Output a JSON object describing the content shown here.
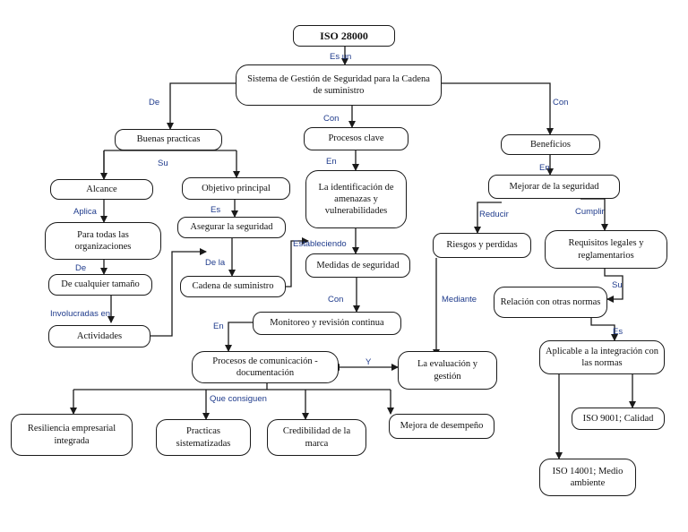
{
  "nodes": {
    "iso": "ISO 28000",
    "sistema": "Sistema de Gestión de Seguridad para la Cadena de suministro",
    "buenas": "Buenas practicas",
    "procesos_clave": "Procesos clave",
    "beneficios": "Beneficios",
    "alcance": "Alcance",
    "objetivo": "Objetivo principal",
    "identificacion": "La identificación de amenazas y vulnerabilidades",
    "mejorar": "Mejorar de la seguridad",
    "para_todas": "Para todas las organizaciones",
    "asegurar": "Asegurar la seguridad",
    "riesgos": "Riesgos y perdidas",
    "requisitos": "Requisitos legales y reglamentarios",
    "cualquier": "De cualquier tamaño",
    "cadena": "Cadena de suministro",
    "medidas": "Medidas de seguridad",
    "relacion": "Relación con otras normas",
    "actividades": "Actividades",
    "monitoreo": "Monitoreo y revisión continua",
    "aplicable": "Aplicable a la integración con las normas",
    "comunicacion": "Procesos de comunicación - documentación",
    "evaluacion": "La evaluación y gestión",
    "iso9001": "ISO 9001; Calidad",
    "resiliencia": "Resiliencia empresarial integrada",
    "practicas": "Practicas sistematizadas",
    "credibilidad": "Credibilidad de la marca",
    "mejora_desempeno": "Mejora de desempeño",
    "iso14001": "ISO 14001; Medio ambiente"
  },
  "links": {
    "es_un": "Es un",
    "de": "De",
    "con_1": "Con",
    "con_2": "Con",
    "su_1": "Su",
    "en_1": "En",
    "en_2": "En",
    "aplica": "Aplica",
    "es_1": "Es",
    "reducir": "Reducir",
    "cumplir": "Cumplir",
    "de_2": "De",
    "de_la": "De la",
    "estableciendo": "Estableciendo",
    "mediante": "Mediante",
    "su_2": "Su",
    "involucradas_en": "Involucradas en",
    "con_3": "Con",
    "es_2": "Es",
    "en_3": "En",
    "y": "Y",
    "que_consiguen": "Que consiguen"
  },
  "colors": {
    "link_label": "#1f3b8c",
    "border": "#1a1a1a"
  }
}
